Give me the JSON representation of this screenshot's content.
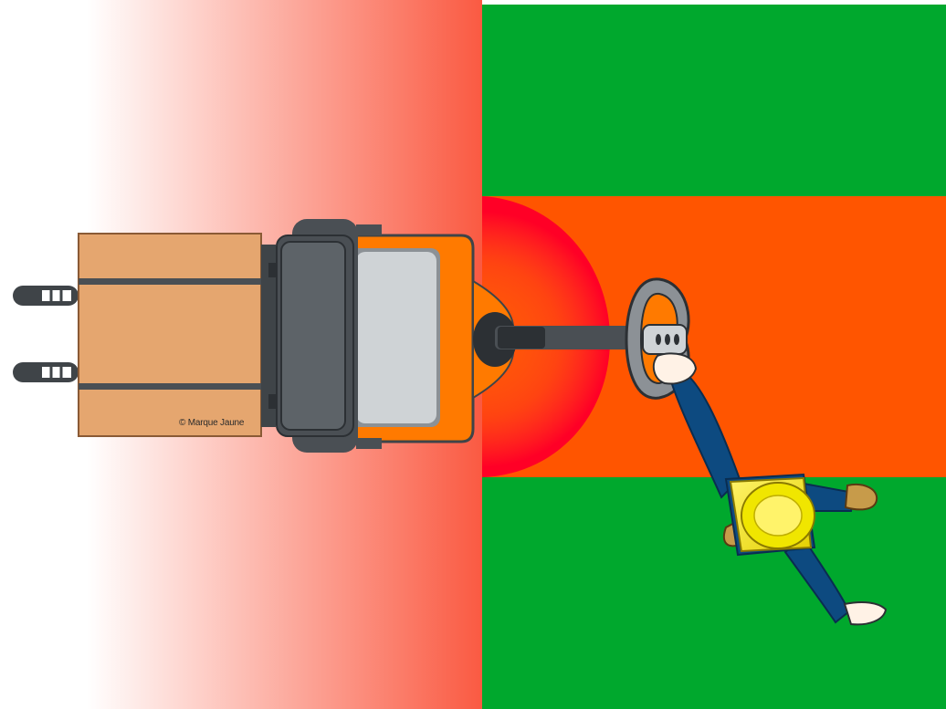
{
  "illustration": {
    "copyright": "© Marque Jaune"
  },
  "colors": {
    "safe_zone": "#00a82d",
    "danger_zone": "#ff5500",
    "danger_gradient_end": "#fa5a42",
    "danger_hotspot": "#ff0026",
    "truck_body": "#ff7a00",
    "truck_dark": "#4a4f54",
    "pallet_load": "#e5a66f",
    "worker_uniform": "#0d4a80",
    "worker_vest": "#f0e600"
  },
  "scene_elements": [
    "pallet-jack-truck",
    "pallet-load",
    "tiller-handle",
    "operator-worker",
    "safe-zone",
    "danger-zone"
  ]
}
